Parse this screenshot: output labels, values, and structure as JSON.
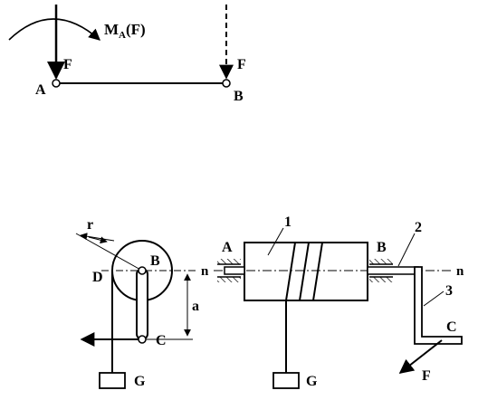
{
  "top_figure": {
    "moment_label_main": "M",
    "moment_label_sub": "A",
    "moment_label_arg": "(F)",
    "force_label_left": "F",
    "force_label_right": "F",
    "point_a": "A",
    "point_b": "B"
  },
  "bottom_left_figure": {
    "radius_label": "r",
    "point_d": "D",
    "point_b": "B",
    "point_c": "C",
    "distance_label": "a",
    "weight_label": "G"
  },
  "bottom_right_figure": {
    "bearing_a": "A",
    "bearing_b": "B",
    "axis_left": "n",
    "axis_right": "n",
    "part_1": "1",
    "part_2": "2",
    "part_3": "3",
    "point_c": "C",
    "force_label": "F",
    "weight_label": "G"
  },
  "colors": {
    "ink": "#000000",
    "background": "#ffffff"
  }
}
